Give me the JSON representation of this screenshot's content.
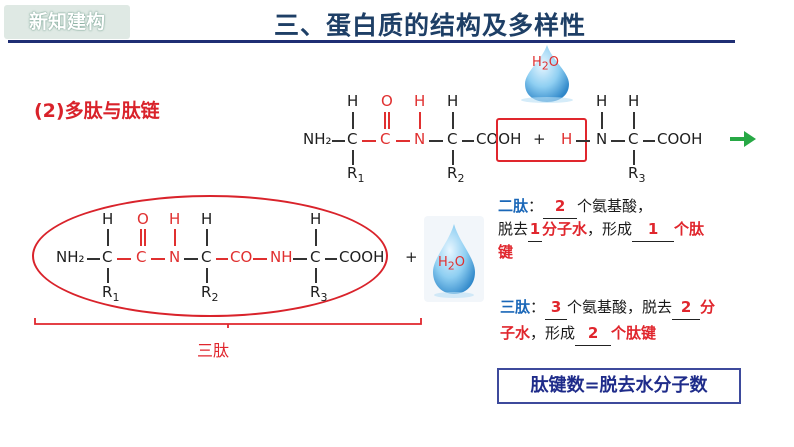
{
  "header": {
    "tag": "新知建构",
    "title": "三、蛋白质的结构及多样性",
    "section": "(2)多肽与肽链"
  },
  "dipeptide": {
    "nh2": "NH₂",
    "h": "H",
    "o": "O",
    "c": "C",
    "n": "N",
    "cooh": "COOH",
    "r1": "R",
    "r1sub": "1",
    "r2": "R",
    "r2sub": "2",
    "r3": "R",
    "r3sub": "3",
    "plus": "+",
    "h_red": "H",
    "dash": "–"
  },
  "water": {
    "label_h": "H",
    "label_sub": "2",
    "label_o": "O"
  },
  "tripeptide": {
    "nh2": "NH₂",
    "c": "C",
    "n": "N",
    "h": "H",
    "o": "O",
    "co": "CO",
    "nh": "NH",
    "cooh": "COOH",
    "r": "R",
    "sub1": "1",
    "sub2": "2",
    "sub3": "3",
    "plus": "+",
    "label": "三肽"
  },
  "notes": {
    "di_head": "二肽",
    "di_colon": "：",
    "di_n1": "2",
    "di_t1": "个氨基酸，",
    "di_t2": "脱去",
    "di_n2": "1",
    "di_t3": "分子水",
    "di_t4": "，形成",
    "di_n3": "1",
    "di_t5": "个肽",
    "di_t6": "键",
    "tri_head": "三肽",
    "tri_colon": "：",
    "tri_n1": "3",
    "tri_t1": "个氨基酸，脱去",
    "tri_n2": "2",
    "tri_t2": "分",
    "tri_t3": "子水",
    "tri_t4": "，形成",
    "tri_n3": "2",
    "tri_t5": "个肽键",
    "formula": "肽键数=脱去水分子数"
  },
  "colors": {
    "title": "#1e3f66",
    "red": "#e0262d",
    "blue": "#1a67b8",
    "arrow": "#27a845",
    "formula": "#1f2c8a"
  }
}
